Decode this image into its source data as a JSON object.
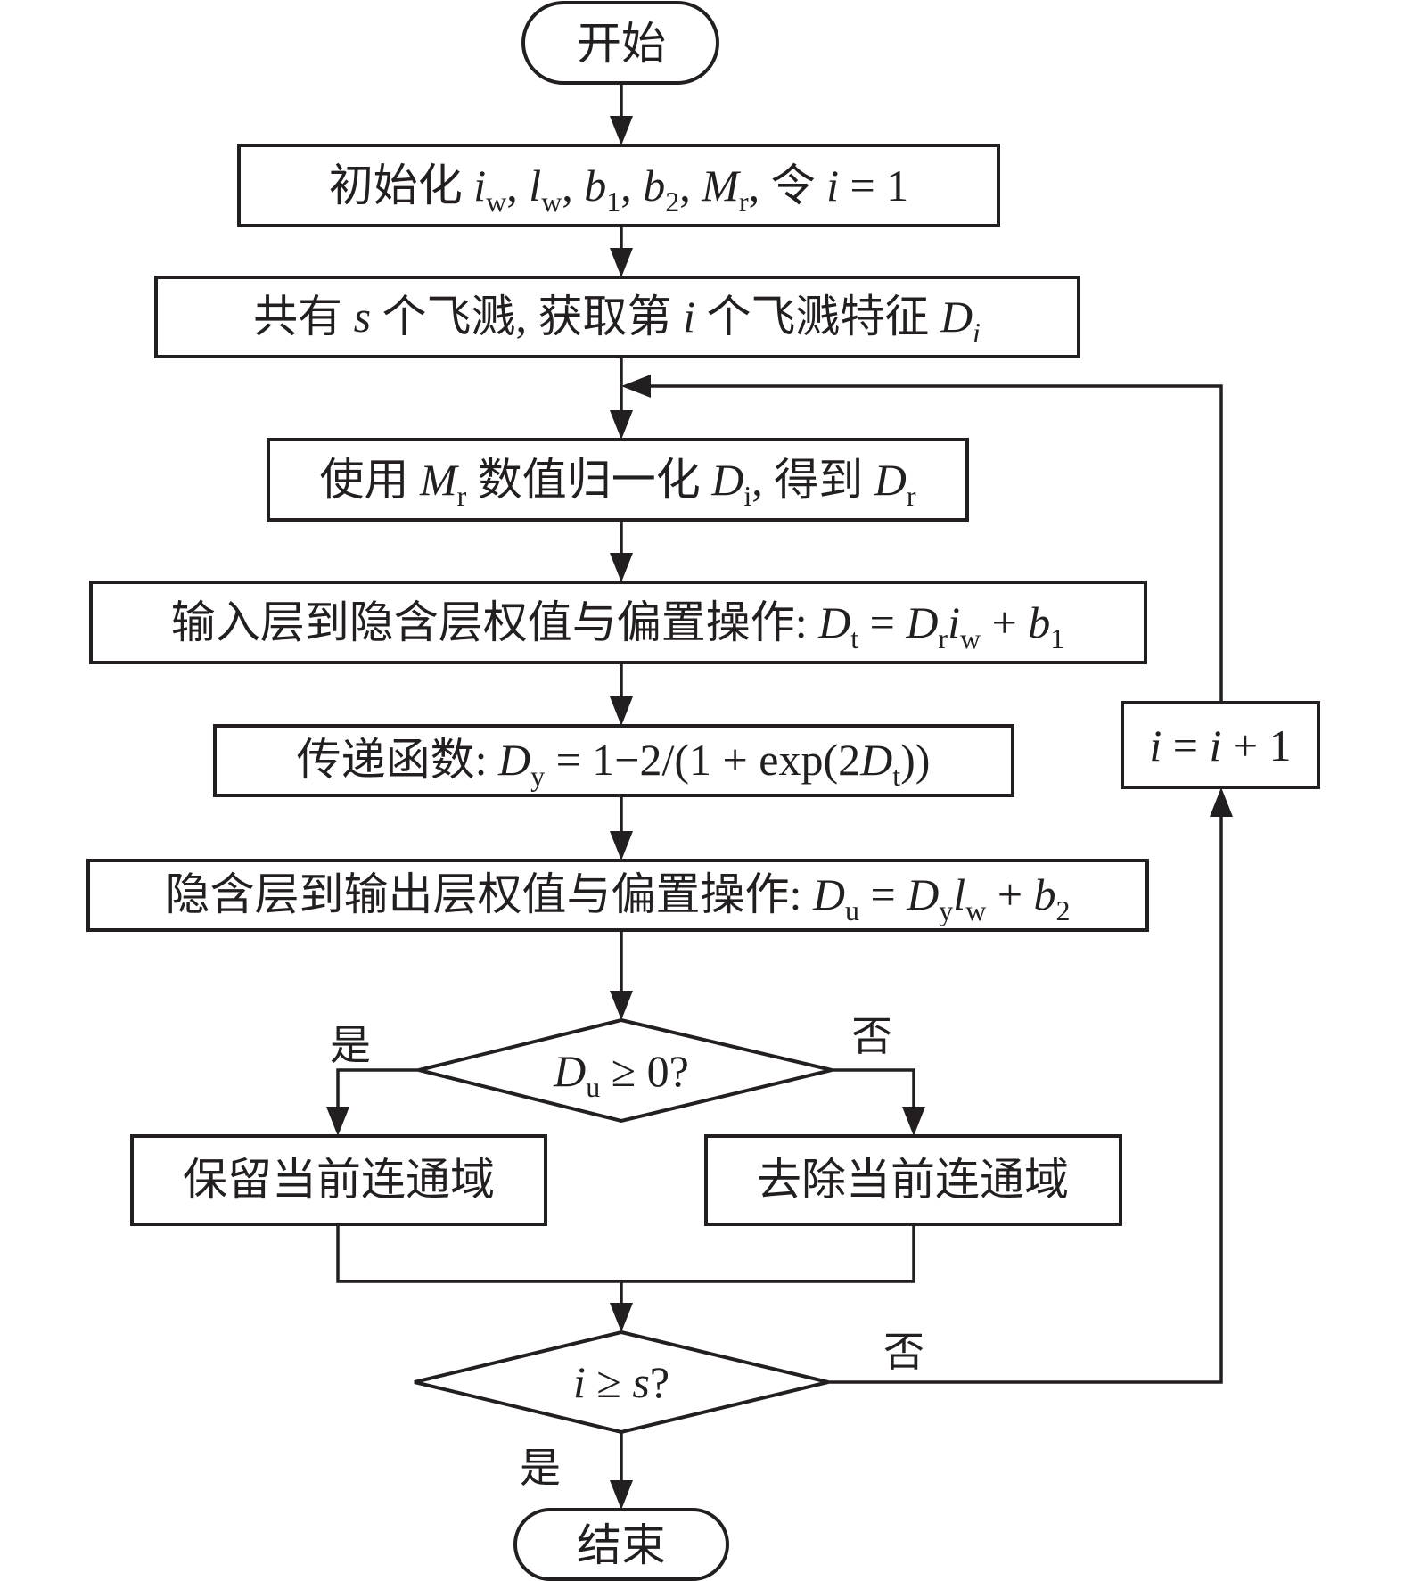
{
  "diagram": {
    "type": "flowchart",
    "colors": {
      "stroke": "#231f20",
      "fill": "#ffffff",
      "text": "#231f20"
    },
    "nodes": {
      "start": {
        "shape": "terminal",
        "label": [
          [
            "开始",
            "n"
          ]
        ]
      },
      "init": {
        "shape": "process",
        "label": [
          [
            "初始化 ",
            "n"
          ],
          [
            "i",
            "i"
          ],
          [
            "w",
            "s"
          ],
          [
            ", ",
            "n"
          ],
          [
            "l",
            "i"
          ],
          [
            "w",
            "s"
          ],
          [
            ", ",
            "n"
          ],
          [
            "b",
            "i"
          ],
          [
            "1",
            "s"
          ],
          [
            ", ",
            "n"
          ],
          [
            "b",
            "i"
          ],
          [
            "2",
            "s"
          ],
          [
            ", ",
            "n"
          ],
          [
            "M",
            "i"
          ],
          [
            "r",
            "s"
          ],
          [
            ", 令 ",
            "n"
          ],
          [
            "i",
            "i"
          ],
          [
            " = 1",
            "n"
          ]
        ]
      },
      "get_feature": {
        "shape": "process",
        "label": [
          [
            "共有 ",
            "n"
          ],
          [
            "s",
            "i"
          ],
          [
            " 个飞溅, 获取第 ",
            "n"
          ],
          [
            "i",
            "i"
          ],
          [
            " 个飞溅特征 ",
            "n"
          ],
          [
            "D",
            "i"
          ],
          [
            "i",
            "is"
          ]
        ]
      },
      "normalize": {
        "shape": "process",
        "label": [
          [
            "使用 ",
            "n"
          ],
          [
            "M",
            "i"
          ],
          [
            "r",
            "s"
          ],
          [
            " 数值归一化 ",
            "n"
          ],
          [
            "D",
            "i"
          ],
          [
            "i",
            "s"
          ],
          [
            ", 得到 ",
            "n"
          ],
          [
            "D",
            "i"
          ],
          [
            "r",
            "s"
          ]
        ]
      },
      "input_hidden": {
        "shape": "process",
        "label": [
          [
            "输入层到隐含层权值与偏置操作: ",
            "n"
          ],
          [
            "D",
            "i"
          ],
          [
            "t",
            "s"
          ],
          [
            " = ",
            "n"
          ],
          [
            "D",
            "i"
          ],
          [
            "r",
            "s"
          ],
          [
            "i",
            "i"
          ],
          [
            "w",
            "s"
          ],
          [
            " + ",
            "n"
          ],
          [
            "b",
            "i"
          ],
          [
            "1",
            "s"
          ]
        ]
      },
      "transfer": {
        "shape": "process",
        "label": [
          [
            "传递函数: ",
            "n"
          ],
          [
            "D",
            "i"
          ],
          [
            "y",
            "s"
          ],
          [
            " = 1−2/(1 + exp(2",
            "n"
          ],
          [
            "D",
            "i"
          ],
          [
            "t",
            "s"
          ],
          [
            "))",
            "n"
          ]
        ]
      },
      "hidden_output": {
        "shape": "process",
        "label": [
          [
            "隐含层到输出层权值与偏置操作: ",
            "n"
          ],
          [
            "D",
            "i"
          ],
          [
            "u",
            "s"
          ],
          [
            " = ",
            "n"
          ],
          [
            "D",
            "i"
          ],
          [
            "y",
            "s"
          ],
          [
            "l",
            "i"
          ],
          [
            "w",
            "s"
          ],
          [
            " + ",
            "n"
          ],
          [
            "b",
            "i"
          ],
          [
            "2",
            "s"
          ]
        ]
      },
      "decision_du": {
        "shape": "decision",
        "label": [
          [
            "D",
            "i"
          ],
          [
            "u",
            "s"
          ],
          [
            " ≥ 0?",
            "n"
          ]
        ]
      },
      "keep": {
        "shape": "process",
        "label": [
          [
            "保留当前连通域",
            "n"
          ]
        ]
      },
      "remove": {
        "shape": "process",
        "label": [
          [
            "去除当前连通域",
            "n"
          ]
        ]
      },
      "decision_is": {
        "shape": "decision",
        "label": [
          [
            "i",
            "i"
          ],
          [
            " ≥ ",
            "n"
          ],
          [
            "s",
            "i"
          ],
          [
            "?",
            "n"
          ]
        ]
      },
      "increment": {
        "shape": "process",
        "label": [
          [
            "i",
            "i"
          ],
          [
            " = ",
            "n"
          ],
          [
            "i",
            "i"
          ],
          [
            " + 1",
            "n"
          ]
        ]
      },
      "end": {
        "shape": "terminal",
        "label": [
          [
            "结束",
            "n"
          ]
        ]
      }
    },
    "edges": [
      {
        "from": "start",
        "to": "init",
        "label": ""
      },
      {
        "from": "init",
        "to": "get_feature",
        "label": ""
      },
      {
        "from": "get_feature",
        "to": "normalize",
        "label": ""
      },
      {
        "from": "normalize",
        "to": "input_hidden",
        "label": ""
      },
      {
        "from": "input_hidden",
        "to": "transfer",
        "label": ""
      },
      {
        "from": "transfer",
        "to": "hidden_output",
        "label": ""
      },
      {
        "from": "hidden_output",
        "to": "decision_du",
        "label": ""
      },
      {
        "from": "decision_du",
        "to": "keep",
        "label": "是"
      },
      {
        "from": "decision_du",
        "to": "remove",
        "label": "否"
      },
      {
        "from": "keep",
        "to": "decision_is",
        "label": ""
      },
      {
        "from": "remove",
        "to": "decision_is",
        "label": ""
      },
      {
        "from": "decision_is",
        "to": "end",
        "label": "是"
      },
      {
        "from": "decision_is",
        "to": "increment",
        "label": "否"
      },
      {
        "from": "increment",
        "to": "normalize",
        "label": ""
      }
    ],
    "edge_labels": {
      "du_yes": "是",
      "du_no": "否",
      "is_no": "否",
      "is_yes": "是"
    }
  }
}
